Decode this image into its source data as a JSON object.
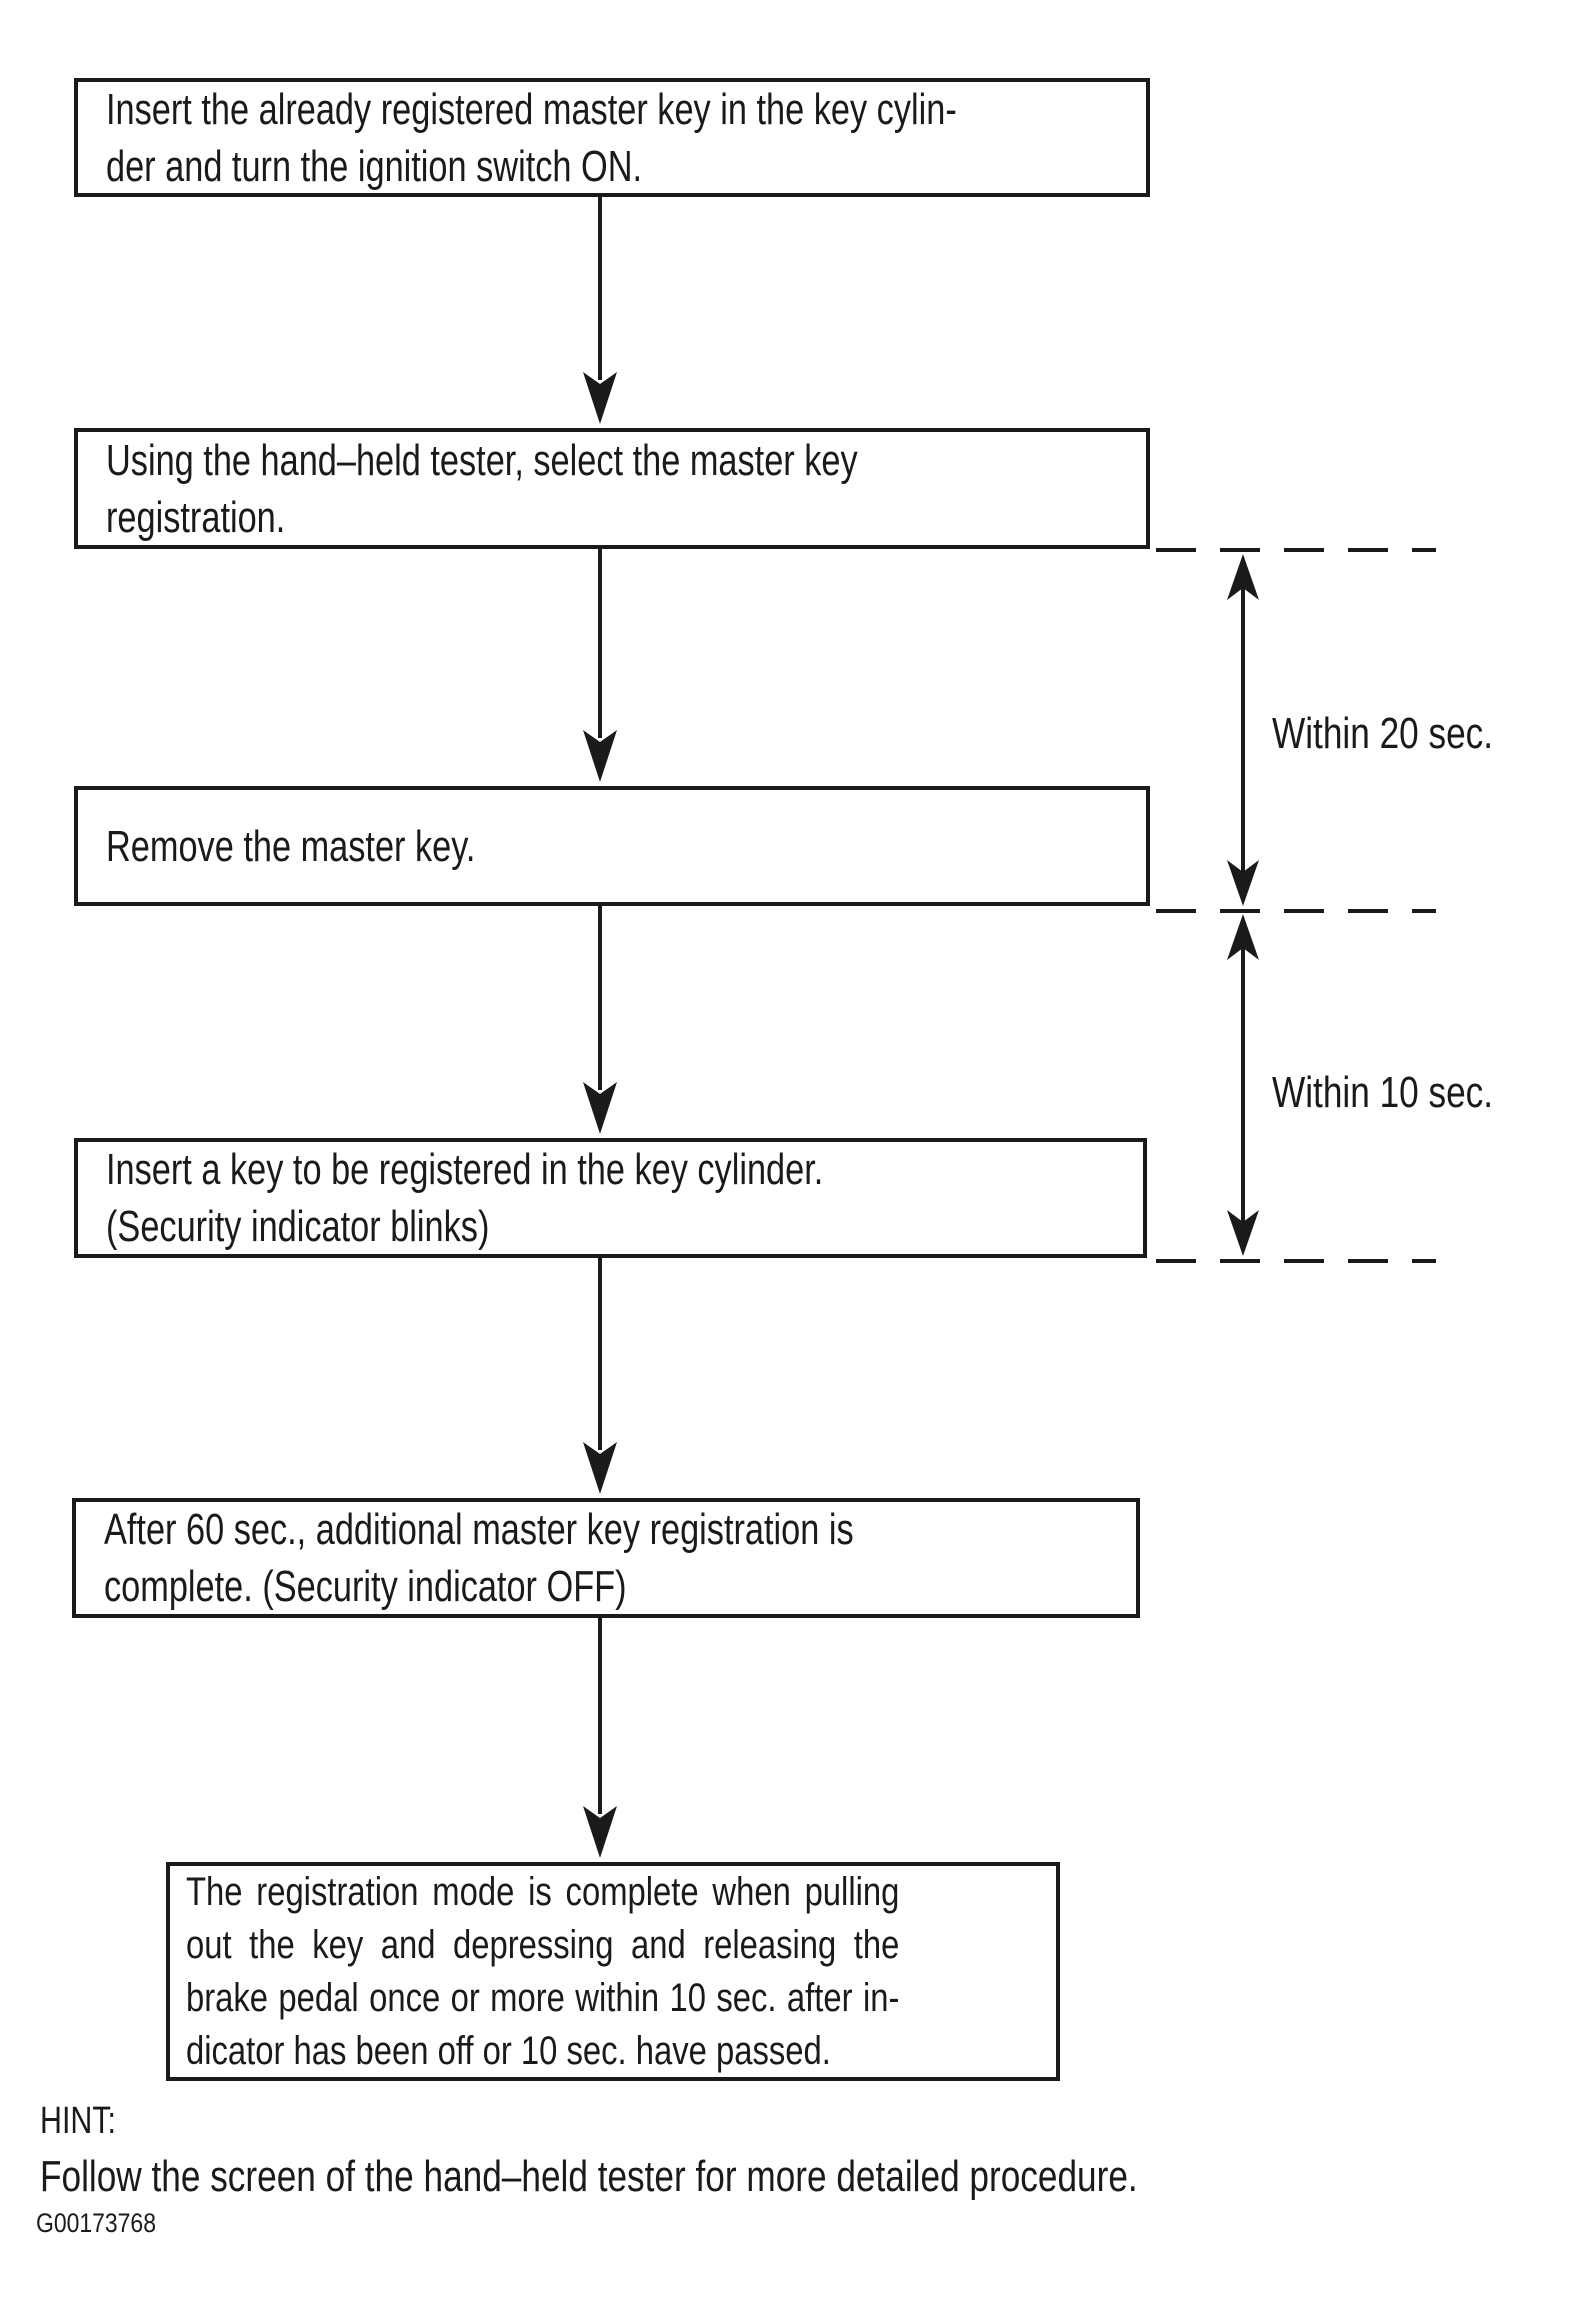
{
  "flowchart": {
    "steps": [
      {
        "lines": [
          "Insert the already registered master key in the key cylin-",
          "der and turn the ignition switch ON."
        ]
      },
      {
        "lines": [
          "Using the hand–held tester, select the master key",
          "registration."
        ]
      },
      {
        "lines": [
          "Remove the master key."
        ]
      },
      {
        "lines": [
          "Insert a key to be registered in the key cylinder.",
          "(Security indicator blinks)"
        ]
      },
      {
        "lines": [
          "After 60 sec., additional master key registration is",
          "complete. (Security indicator OFF)"
        ]
      },
      {
        "lines": [
          "The registration mode is complete when pulling",
          "out the key and depressing and releasing the",
          "brake pedal once or more within 10 sec. after in-",
          "dicator has been off or 10 sec. have passed."
        ]
      }
    ],
    "timing_labels": [
      {
        "label": "Within 20 sec."
      },
      {
        "label": "Within 10 sec."
      }
    ]
  },
  "footer": {
    "hint_title": "HINT:",
    "hint_text": "Follow the screen of the hand–held tester for more detailed procedure.",
    "figure_code": "G00173768"
  },
  "colors": {
    "ink": "#1a1a1a",
    "background": "#ffffff"
  }
}
